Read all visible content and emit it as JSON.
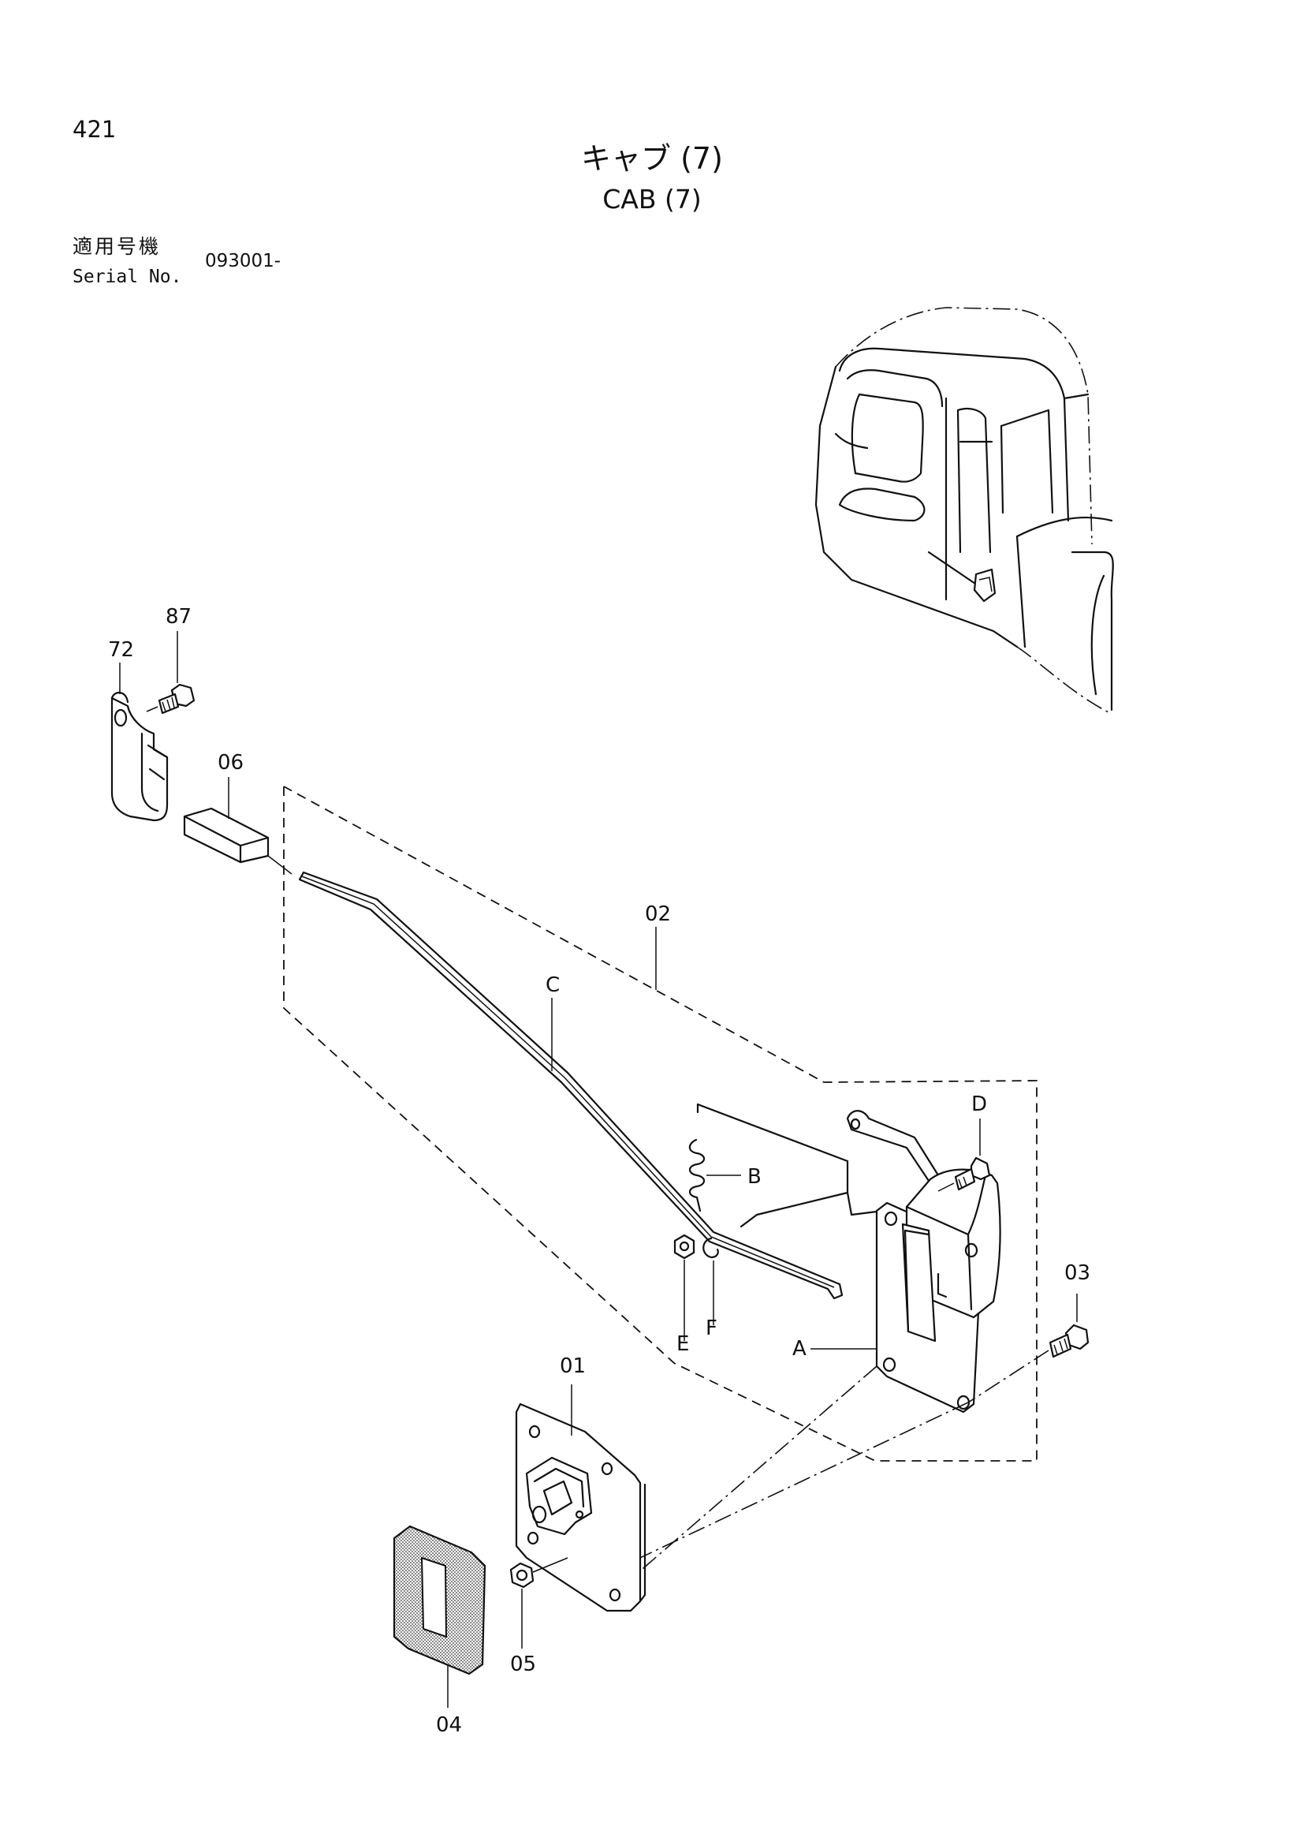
{
  "page_number": "421",
  "title_jp": "キャブ (7)",
  "title_en": "CAB (7)",
  "serial": {
    "label_jp": "適用号機",
    "label_en": "Serial No.",
    "value": "093001-"
  },
  "callouts": {
    "p87": "87",
    "p72": "72",
    "p06": "06",
    "p02": "02",
    "pC": "C",
    "pD": "D",
    "pB": "B",
    "pE": "E",
    "pF": "F",
    "pA": "A",
    "p03": "03",
    "p01": "01",
    "p04": "04",
    "p05": "05"
  }
}
